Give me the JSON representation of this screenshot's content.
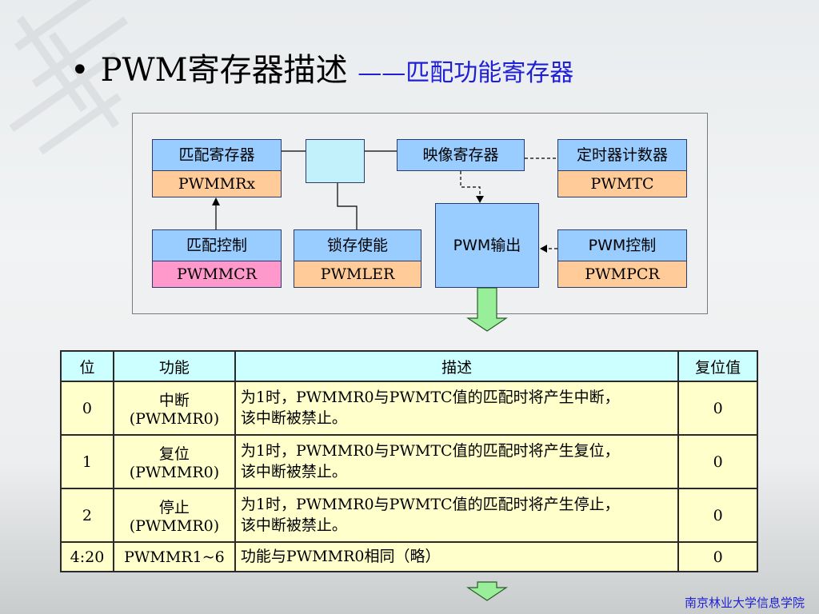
{
  "title": {
    "bullet": "•",
    "main": "PWM寄存器描述",
    "dash": "——",
    "sub": "匹配功能寄存器"
  },
  "diagram": {
    "match_reg": {
      "label": "匹配寄存器",
      "name": "PWMMRx"
    },
    "shadow_reg": {
      "label": "映像寄存器"
    },
    "timer_counter": {
      "label": "定时器计数器",
      "name": "PWMTC"
    },
    "match_ctrl": {
      "label": "匹配控制",
      "name": "PWMMCR"
    },
    "latch_enable": {
      "label": "锁存使能",
      "name": "PWMLER"
    },
    "pwm_output": {
      "label": "PWM输出"
    },
    "pwm_ctrl": {
      "label": "PWM控制",
      "name": "PWMPCR"
    }
  },
  "table": {
    "headers": [
      "位",
      "功能",
      "描述",
      "复位值"
    ],
    "rows": [
      {
        "bit": "0",
        "func_line1": "中断",
        "func_line2": "(PWMMR0)",
        "desc_line1": "为1时，PWMMR0与PWMTC值的匹配时将产生中断，",
        "desc_line2": "该中断被禁止。",
        "reset": "0"
      },
      {
        "bit": "1",
        "func_line1": "复位",
        "func_line2": "(PWMMR0)",
        "desc_line1": "为1时，PWMMR0与PWMTC值的匹配时将产生复位，",
        "desc_line2": "该中断被禁止。",
        "reset": "0"
      },
      {
        "bit": "2",
        "func_line1": "停止",
        "func_line2": "(PWMMR0)",
        "desc_line1": "为1时，PWMMR0与PWMTC值的匹配时将产生停止，",
        "desc_line2": "该中断被禁止。",
        "reset": "0"
      },
      {
        "bit": "4:20",
        "func": "PWMMR1~6",
        "desc": "功能与PWMMR0相同（略）",
        "reset": "0"
      }
    ]
  },
  "footer": "南京林业大学信息学院",
  "colors": {
    "box_blue": "#99ccff",
    "box_orange": "#ffcc99",
    "box_pink": "#ff99cc",
    "table_header": "#ccffff",
    "table_body": "#ffffcc",
    "accent_text": "#1f1fd6",
    "flow_arrow": "#99ee99"
  }
}
